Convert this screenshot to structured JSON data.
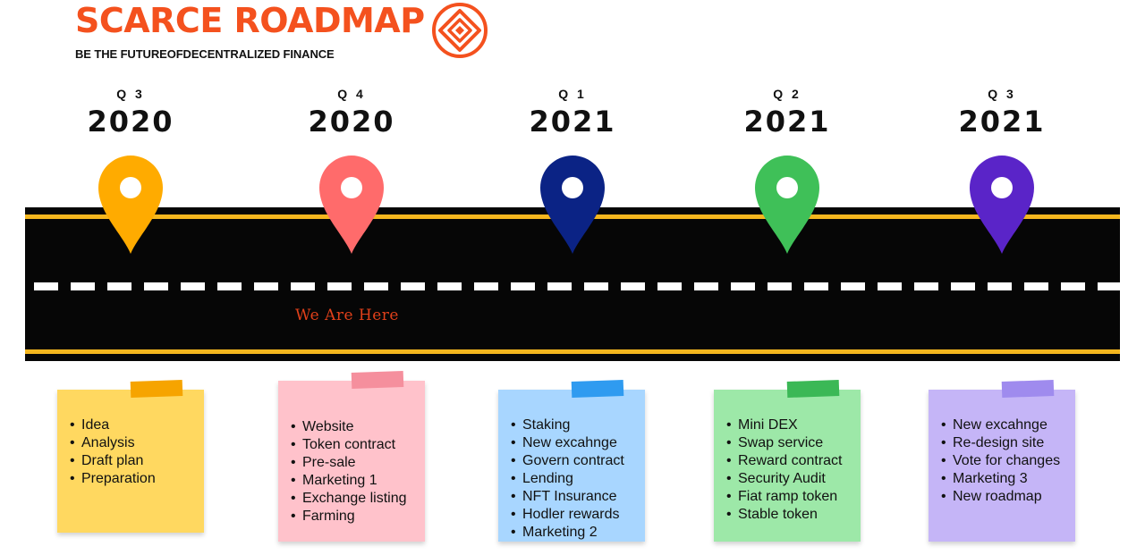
{
  "header": {
    "title": "SCARCE ROADMAP",
    "tagline": "BE THE FUTUREOFDECENTRALIZED FINANCE",
    "logo_icon": "diamond-target-logo",
    "brand_color": "#f4511e"
  },
  "marker_text": "We  Are Here",
  "colors": {
    "road": "#060606",
    "road_edge": "#f4b61e",
    "lane_dash": "#ffffff",
    "marker_text": "#e0401a"
  },
  "milestones": [
    {
      "quarter": "Q 3",
      "year": "2020",
      "pin_color": "#ffab00",
      "note_color": "#ffd860",
      "tape_color": "#f6a400",
      "items": [
        "Idea",
        "Analysis",
        "Draft plan",
        "Preparation"
      ]
    },
    {
      "quarter": "Q 4",
      "year": "2020",
      "pin_color": "#ff6b6b",
      "note_color": "#ffc2cb",
      "tape_color": "#f58f9d",
      "items": [
        "Website",
        "Token contract",
        "Pre-sale",
        "Marketing 1",
        "Exchange listing",
        "Farming"
      ]
    },
    {
      "quarter": "Q 1",
      "year": "2021",
      "pin_color": "#0b2385",
      "note_color": "#a8d6ff",
      "tape_color": "#2f9bf0",
      "items": [
        "Staking",
        "New excahnge",
        "Govern contract",
        "Lending",
        "NFT Insurance",
        "Hodler rewards",
        "Marketing 2"
      ]
    },
    {
      "quarter": "Q 2",
      "year": "2021",
      "pin_color": "#3fc058",
      "note_color": "#9de8a8",
      "tape_color": "#3bb856",
      "items": [
        "Mini DEX",
        "Swap service",
        "Reward contract",
        "Security Audit",
        "Fiat ramp token",
        "Stable token"
      ]
    },
    {
      "quarter": "Q 3",
      "year": "2021",
      "pin_color": "#5a24c8",
      "note_color": "#c5b5f7",
      "tape_color": "#9f8bee",
      "items": [
        "New excahnge",
        "Re-design site",
        "Vote for changes",
        "Marketing 3",
        "New roadmap"
      ]
    }
  ]
}
